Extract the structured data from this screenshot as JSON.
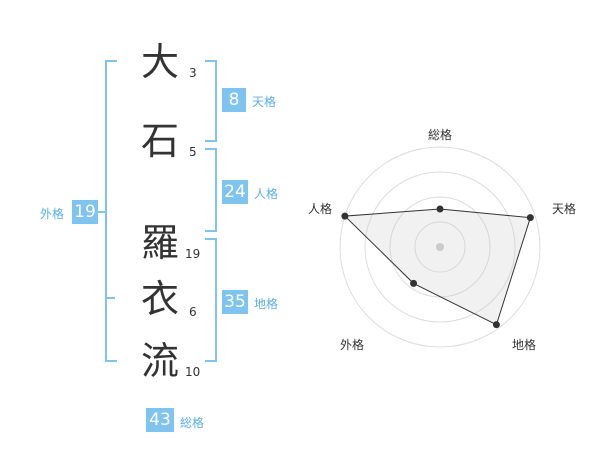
{
  "name": {
    "chars": [
      {
        "char": "大",
        "strokes": "3"
      },
      {
        "char": "石",
        "strokes": "5"
      },
      {
        "char": "羅",
        "strokes": "19"
      },
      {
        "char": "衣",
        "strokes": "6"
      },
      {
        "char": "流",
        "strokes": "10"
      }
    ]
  },
  "kaku": {
    "tenkaku": {
      "value": "8",
      "label": "天格"
    },
    "jinkaku": {
      "value": "24",
      "label": "人格"
    },
    "chikaku": {
      "value": "35",
      "label": "地格"
    },
    "gaikaku": {
      "value": "19",
      "label": "外格"
    },
    "soukaku": {
      "value": "43",
      "label": "総格"
    }
  },
  "colors": {
    "accent": "#7fc4ee",
    "label": "#5aaee6",
    "text": "#333333"
  },
  "chart_data": {
    "type": "radar",
    "axes": [
      "総格",
      "天格",
      "地格",
      "外格",
      "人格"
    ],
    "values": [
      0.38,
      0.95,
      0.96,
      0.45,
      1.0
    ],
    "scale_rings": 4
  }
}
